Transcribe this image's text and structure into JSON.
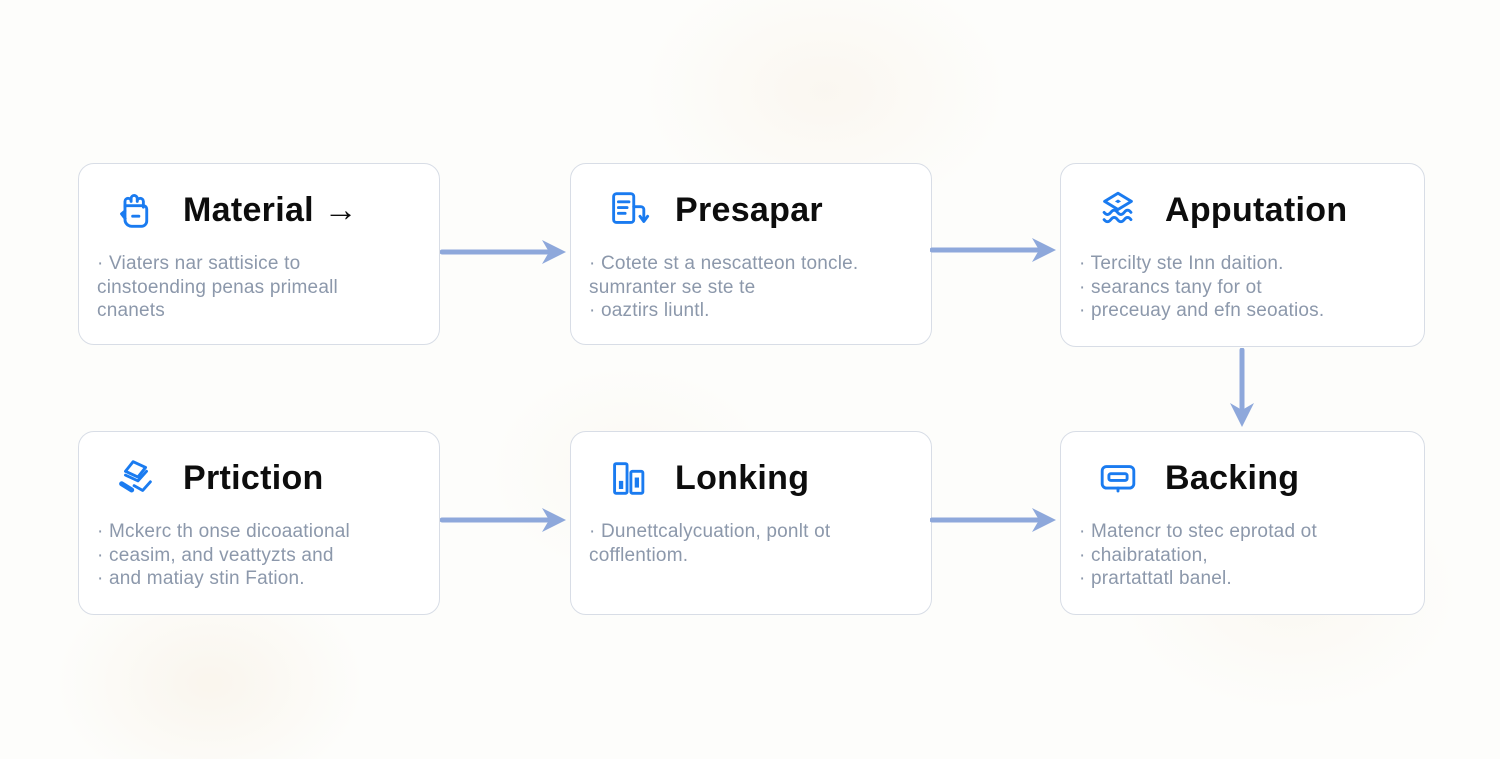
{
  "diagram": {
    "type": "flow-diagram",
    "colors": {
      "page_bg": "#fdfdfb",
      "card_bg": "#ffffff",
      "card_border": "#d8dde6",
      "title_text": "#0d0d0d",
      "body_text": "#8c98ab",
      "icon_blue": "#1a7bf0",
      "arrow_blue": "#8ea8db"
    },
    "cards": [
      {
        "id": "material",
        "icon": "hand-grab-icon",
        "title": "Material →",
        "lines": [
          "· Viaters nar sattisice to",
          "cinstoending penas primeall",
          "cnanets"
        ]
      },
      {
        "id": "presapar",
        "icon": "document-export-icon",
        "title": "Presapar",
        "lines": [
          "· Cotete st a nescatteon toncle.",
          "sumranter se ste te",
          "· oaztirs liuntl."
        ]
      },
      {
        "id": "apputation",
        "icon": "layers-icon",
        "title": "Apputation",
        "lines": [
          "· Tercilty ste Inn daition.",
          "· searancs tany for ot",
          "· preceuay and efn seoatios."
        ]
      },
      {
        "id": "prtiction",
        "icon": "stacked-sheets-icon",
        "title": "Prtiction",
        "lines": [
          "· Mckerc th onse dicoaational",
          "· ceasim, and veattyzts and",
          "· and matiay stin Fation."
        ]
      },
      {
        "id": "lonking",
        "icon": "bar-chart-icon",
        "title": "Lonking",
        "lines": [
          "· Dunettcalycuation, ponlt ot",
          "cofflentiom."
        ]
      },
      {
        "id": "backing",
        "icon": "message-icon",
        "title": "Backing",
        "lines": [
          "· Matencr to stec eprotad ot",
          "· chaibratation,",
          "· prartattatl banel."
        ]
      }
    ],
    "connections": [
      {
        "from": "material",
        "to": "presapar",
        "direction": "right"
      },
      {
        "from": "presapar",
        "to": "apputation",
        "direction": "right"
      },
      {
        "from": "apputation",
        "to": "backing",
        "direction": "down"
      },
      {
        "from": "prtiction",
        "to": "lonking",
        "direction": "right"
      },
      {
        "from": "lonking",
        "to": "backing",
        "direction": "right"
      }
    ]
  }
}
